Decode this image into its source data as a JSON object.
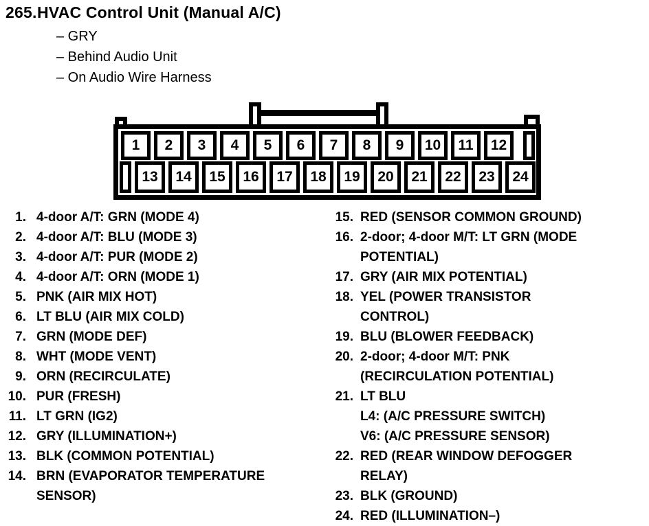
{
  "page": {
    "title_number": "265.",
    "title_text": "HVAC Control Unit (Manual A/C)",
    "location_notes": [
      "– GRY",
      "– Behind Audio Unit",
      "– On Audio Wire Harness"
    ]
  },
  "connector": {
    "description": "24-pin connector, two rows, top latch",
    "top_row_pins": [
      "1",
      "2",
      "3",
      "4",
      "5",
      "6",
      "7",
      "8",
      "9",
      "10",
      "11",
      "12"
    ],
    "bottom_row_pins": [
      "13",
      "14",
      "15",
      "16",
      "17",
      "18",
      "19",
      "20",
      "21",
      "22",
      "23",
      "24"
    ]
  },
  "pin_descriptions": {
    "left_column": [
      {
        "num": "1.",
        "text": "4-door A/T: GRN (MODE 4)"
      },
      {
        "num": "2.",
        "text": "4-door A/T: BLU (MODE 3)"
      },
      {
        "num": "3.",
        "text": "4-door A/T: PUR (MODE 2)"
      },
      {
        "num": "4.",
        "text": "4-door A/T: ORN (MODE 1)"
      },
      {
        "num": "5.",
        "text": "PNK (AIR MIX HOT)"
      },
      {
        "num": "6.",
        "text": "LT BLU (AIR MIX COLD)"
      },
      {
        "num": "7.",
        "text": "GRN (MODE DEF)"
      },
      {
        "num": "8.",
        "text": "WHT (MODE VENT)"
      },
      {
        "num": "9.",
        "text": "ORN (RECIRCULATE)"
      },
      {
        "num": "10.",
        "text": "PUR (FRESH)"
      },
      {
        "num": "11.",
        "text": "LT GRN (IG2)"
      },
      {
        "num": "12.",
        "text": "GRY (ILLUMINATION+)"
      },
      {
        "num": "13.",
        "text": "BLK (COMMON POTENTIAL)"
      },
      {
        "num": "14.",
        "text": "BRN (EVAPORATOR TEMPERATURE\nSENSOR)"
      }
    ],
    "right_column": [
      {
        "num": "15.",
        "text": "RED (SENSOR COMMON GROUND)"
      },
      {
        "num": "16.",
        "text": "2-door; 4-door M/T: LT GRN (MODE\nPOTENTIAL)"
      },
      {
        "num": "17.",
        "text": "GRY (AIR MIX POTENTIAL)"
      },
      {
        "num": "18.",
        "text": "YEL (POWER TRANSISTOR\nCONTROL)"
      },
      {
        "num": "19.",
        "text": "BLU (BLOWER FEEDBACK)"
      },
      {
        "num": "20.",
        "text": "2-door; 4-door M/T: PNK\n(RECIRCULATION POTENTIAL)"
      },
      {
        "num": "21.",
        "text": "LT BLU\nL4: (A/C PRESSURE SWITCH)\nV6: (A/C PRESSURE SENSOR)"
      },
      {
        "num": "22.",
        "text": "RED (REAR WINDOW DEFOGGER\nRELAY)"
      },
      {
        "num": "23.",
        "text": "BLK (GROUND)"
      },
      {
        "num": "24.",
        "text": "RED (ILLUMINATION–)"
      }
    ]
  },
  "colors": {
    "ink": "#000000",
    "paper": "#ffffff"
  }
}
